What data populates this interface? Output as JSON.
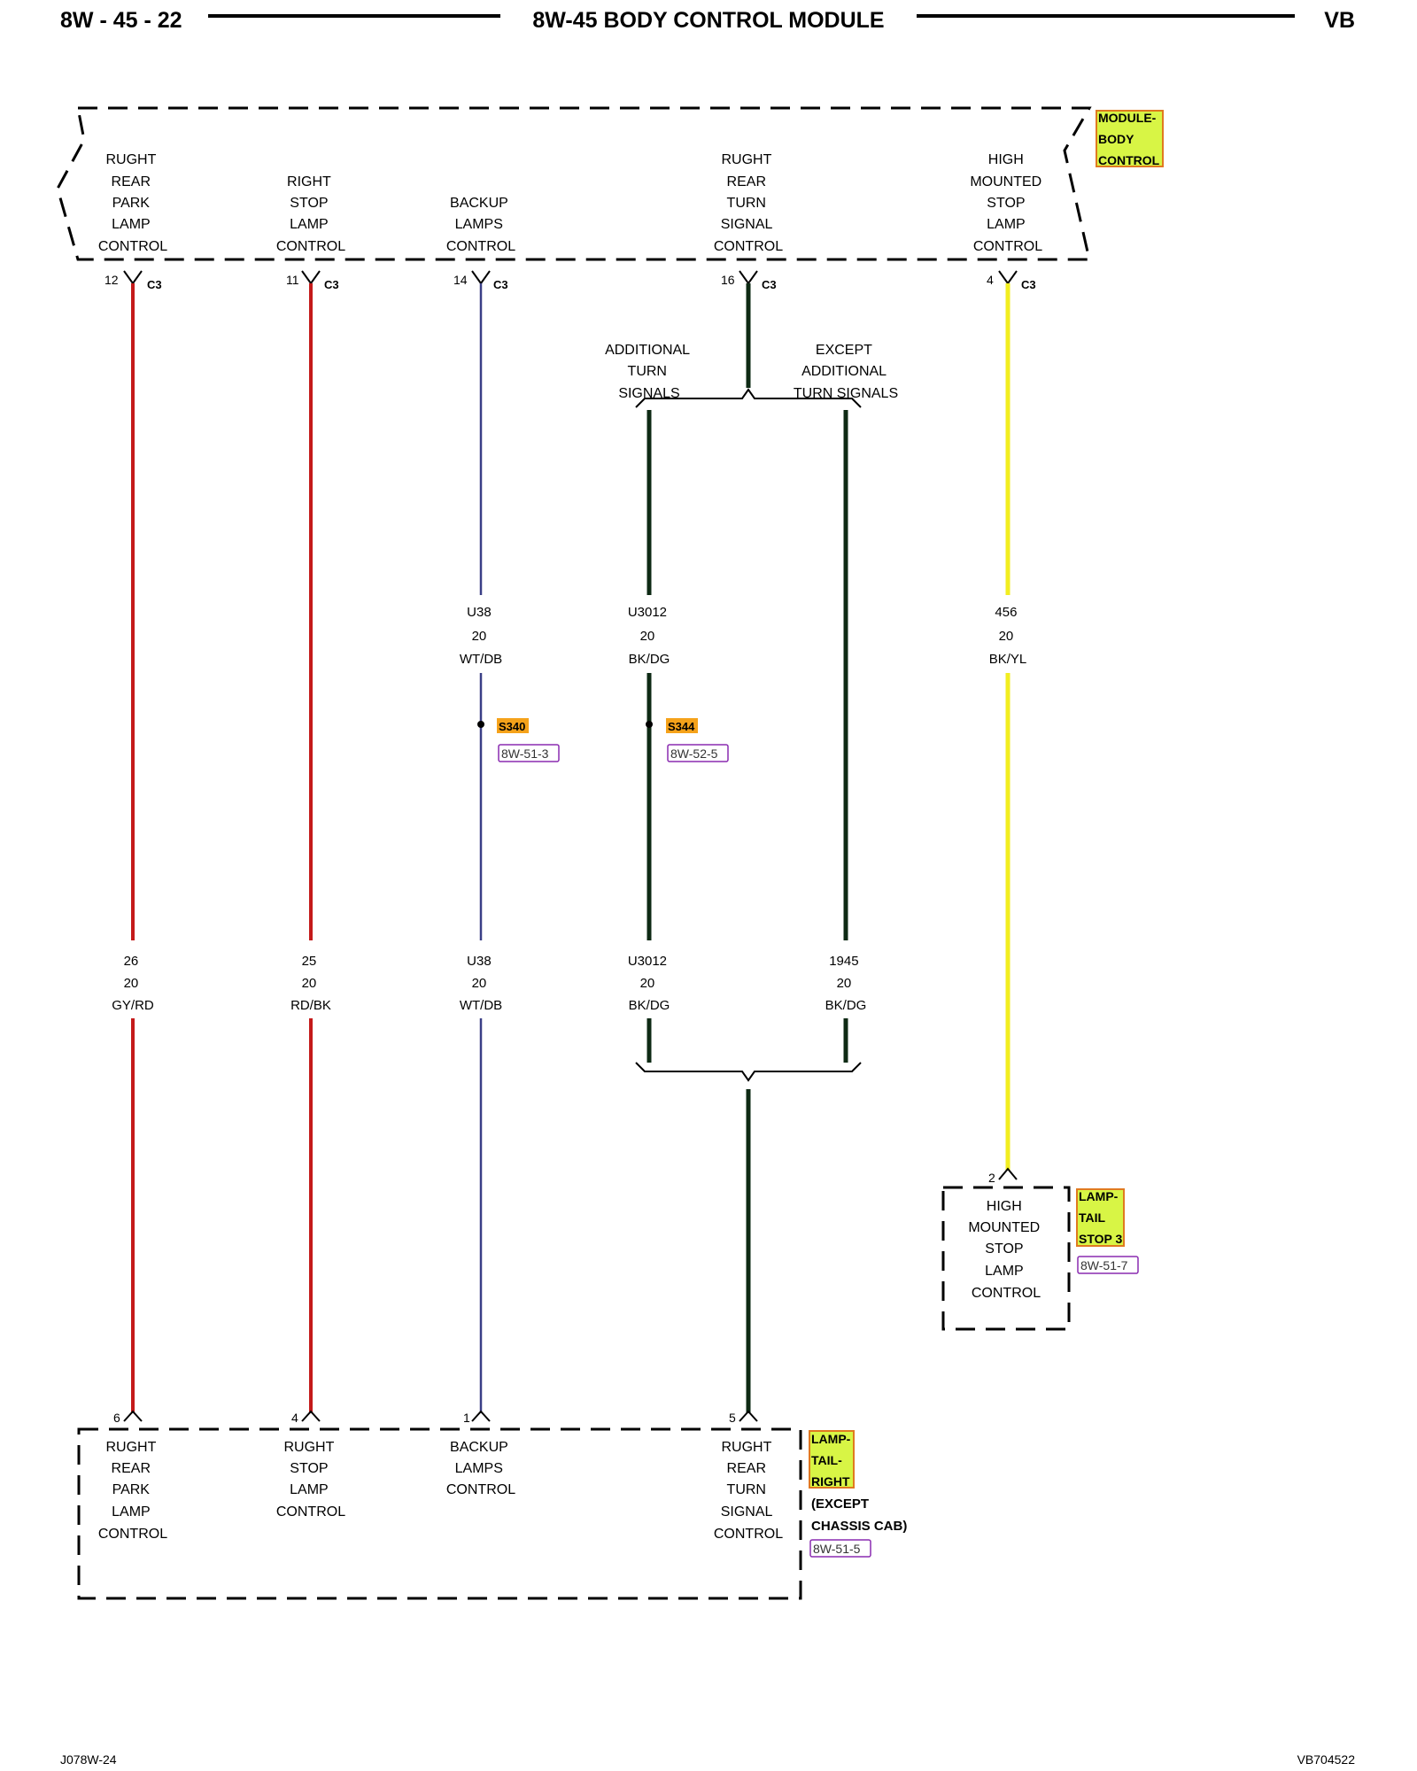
{
  "header": {
    "page_number": "8W - 45 - 22",
    "title": "8W-45 BODY CONTROL MODULE",
    "model_code": "VB"
  },
  "footer": {
    "left_code": "J078W-24",
    "right_code": "VB704522"
  },
  "colors": {
    "wire_red": "#c41a1a",
    "wire_blue": "#3a3f86",
    "wire_green_black": "#0e2a14",
    "wire_yellow": "#f2ee20",
    "component_highlight": "#d8f545",
    "component_highlight_border": "#e07a20",
    "splice_highlight": "#f5a21a",
    "ref_border": "#8a2bb0"
  },
  "bcm": {
    "name_lines": [
      "MODULE-",
      "BODY",
      "CONTROL"
    ],
    "connector": "C3",
    "functions": [
      {
        "pin": "12",
        "lines": [
          "RUGHT",
          "REAR",
          "PARK",
          "LAMP",
          "CONTROL"
        ]
      },
      {
        "pin": "11",
        "lines": [
          "RIGHT",
          "STOP",
          "LAMP",
          "CONTROL"
        ]
      },
      {
        "pin": "14",
        "lines": [
          "BACKUP",
          "LAMPS",
          "CONTROL"
        ]
      },
      {
        "pin": "16",
        "lines": [
          "RUGHT",
          "REAR",
          "TURN",
          "SIGNAL",
          "CONTROL"
        ]
      },
      {
        "pin": "4",
        "lines": [
          "HIGH",
          "MOUNTED",
          "STOP",
          "LAMP",
          "CONTROL"
        ]
      }
    ]
  },
  "branch_labels": {
    "left": [
      "ADDITIONAL",
      "TURN",
      "SIGNALS"
    ],
    "right": [
      "EXCEPT",
      "ADDITIONAL",
      "TURN SIGNALS"
    ]
  },
  "wires": {
    "w_u38_upper": [
      "U38",
      "20",
      "WT/DB"
    ],
    "w_u3012_upper": [
      "U3012",
      "20",
      "BK/DG"
    ],
    "w_456": [
      "456",
      "20",
      "BK/YL"
    ],
    "w_26": [
      "26",
      "20",
      "GY/RD"
    ],
    "w_25": [
      "25",
      "20",
      "RD/BK"
    ],
    "w_u38_lower": [
      "U38",
      "20",
      "WT/DB"
    ],
    "w_u3012_lower": [
      "U3012",
      "20",
      "BK/DG"
    ],
    "w_1945": [
      "1945",
      "20",
      "BK/DG"
    ]
  },
  "splices": [
    {
      "id": "S340",
      "ref": "8W-51-3"
    },
    {
      "id": "S344",
      "ref": "8W-52-5"
    }
  ],
  "chmsl": {
    "pin": "2",
    "name_lines": [
      "LAMP-",
      "TAIL",
      "STOP 3"
    ],
    "ref": "8W-51-7",
    "lines": [
      "HIGH",
      "MOUNTED",
      "STOP",
      "LAMP",
      "CONTROL"
    ]
  },
  "tail_lamp": {
    "name_lines": [
      "LAMP-",
      "TAIL-",
      "RIGHT"
    ],
    "note_lines": [
      "(EXCEPT",
      "CHASSIS CAB)"
    ],
    "ref": "8W-51-5",
    "functions": [
      {
        "pin": "6",
        "lines": [
          "RUGHT",
          "REAR",
          "PARK",
          "LAMP",
          "CONTROL"
        ]
      },
      {
        "pin": "4",
        "lines": [
          "RUGHT",
          "STOP",
          "LAMP",
          "CONTROL"
        ]
      },
      {
        "pin": "1",
        "lines": [
          "BACKUP",
          "LAMPS",
          "CONTROL"
        ]
      },
      {
        "pin": "5",
        "lines": [
          "RUGHT",
          "REAR",
          "TURN",
          "SIGNAL",
          "CONTROL"
        ]
      }
    ]
  }
}
